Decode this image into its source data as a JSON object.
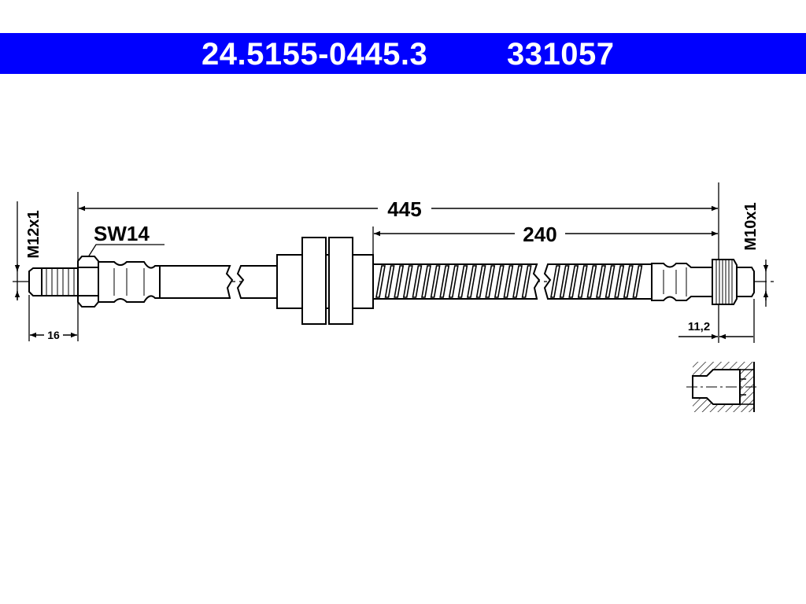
{
  "header": {
    "part_number": "24.5155-0445.3",
    "ref_number": "331057",
    "bar_color": "#0000ff"
  },
  "drawing": {
    "total_length": "445",
    "spiral_length": "240",
    "wrench_size": "SW14",
    "left_thread": "M12x1",
    "right_thread": "M10x1",
    "left_fitting_length": "16",
    "right_fitting_length": "11,2"
  }
}
